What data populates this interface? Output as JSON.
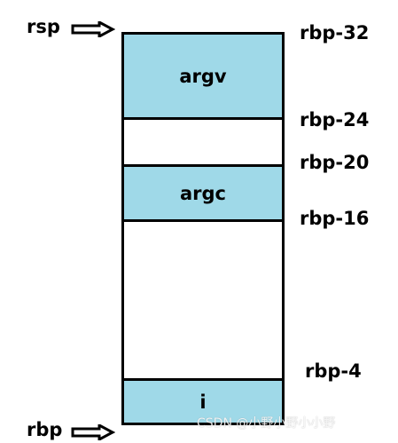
{
  "registers": {
    "rsp": "rsp",
    "rbp": "rbp"
  },
  "offsets": {
    "rbp_32": "rbp-32",
    "rbp_24": "rbp-24",
    "rbp_20": "rbp-20",
    "rbp_16": "rbp-16",
    "rbp_4": "rbp-4"
  },
  "slots": {
    "argv": "argv",
    "argc": "argc",
    "i": "i"
  },
  "colors": {
    "slot_fill": "#9fd9e8",
    "border": "#000000"
  },
  "watermark": "CSDN @小野小野小小野"
}
